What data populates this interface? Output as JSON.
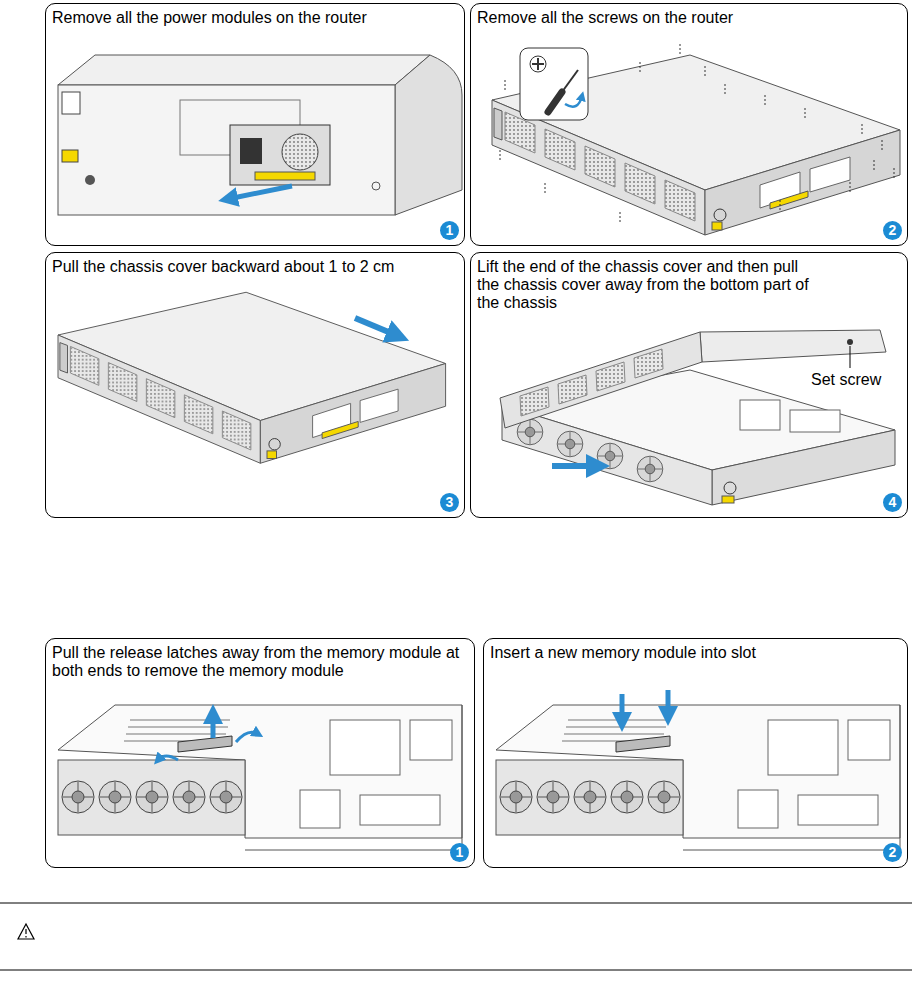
{
  "diagram": {
    "nodes": [
      {
        "text": [
          "Remove all the power modules on the router",
          "1"
        ]
      },
      {
        "text": [
          "Remove all the screws on the router",
          "2"
        ]
      },
      {
        "text": [
          "Pull the chassis cover backward about 1 to 2 cm",
          "3"
        ]
      },
      {
        "text": [
          "Lift the end of the chassis cover and then pull the chassis cover away from the bottom part of the chassis",
          "4"
        ]
      },
      {
        "text": [
          "Pull the release latches away from the memory module at both ends to remove the memory module",
          "1"
        ]
      },
      {
        "text": [
          "Insert a new memory module into slot",
          "2"
        ]
      }
    ],
    "labels": [
      "Set screw"
    ]
  }
}
